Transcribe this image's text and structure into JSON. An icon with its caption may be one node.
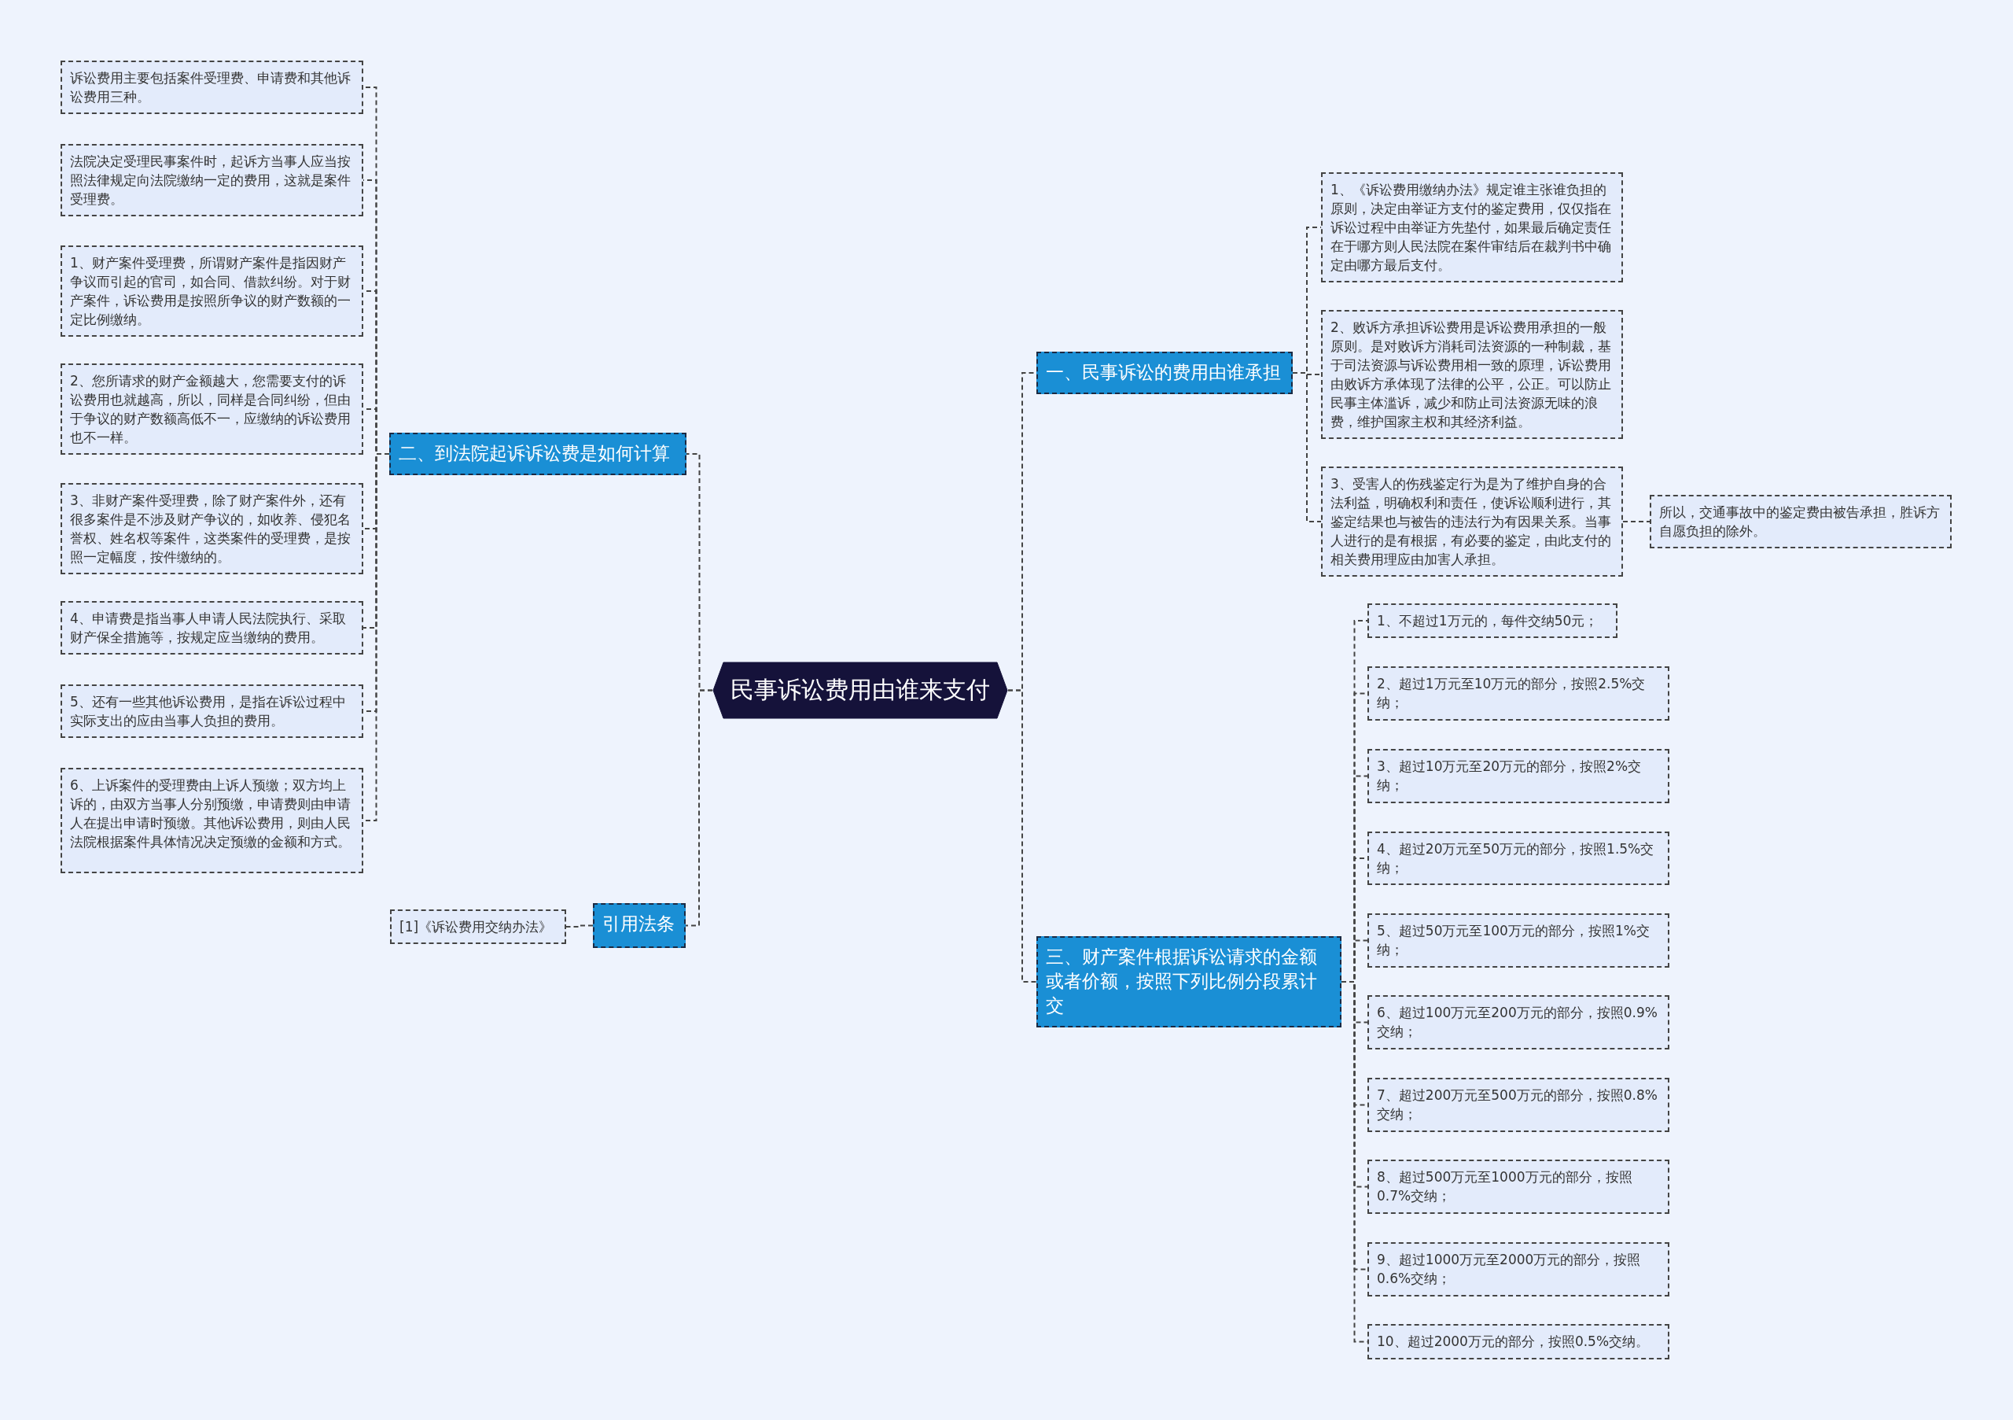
{
  "diagram": {
    "nodes": [
      {
        "text": [
          "民事诉讼费用由谁来支付"
        ]
      },
      {
        "text": [
          "一、民事诉讼的费用由谁承担"
        ]
      },
      {
        "text": [
          "1、《诉讼费用缴纳办法》规定谁主张谁负担的原则，决定由举证方支付的鉴定费用，仅仅指在诉讼过程中由举证方先垫付，如果最后确定责任在于哪方则人民法院在案件审结后在裁判书中确定由哪方最后支付。"
        ]
      },
      {
        "text": [
          "2、败诉方承担诉讼费用是诉讼费用承担的一般原则。是对败诉方消耗司法资源的一种制裁，基于司法资源与诉讼费用相一致的原理，诉讼费用由败诉方承体现了法律的公平，公正。可以防止民事主体滥诉，减少和防止司法资源无味的浪费，维护国家主权和其经济利益。"
        ]
      },
      {
        "text": [
          "3、受害人的伤残鉴定行为是为了维护自身的合法利益，明确权利和责任，使诉讼顺利进行，其鉴定结果也与被告的违法行为有因果关系。当事人进行的是有根据，有必要的鉴定，由此支付的相关费用理应由加害人承担。"
        ]
      },
      {
        "text": [
          "所以，交通事故中的鉴定费由被告承担，胜诉方自愿负担的除外。"
        ]
      },
      {
        "text": [
          "二、到法院起诉诉讼费是如何计算"
        ]
      },
      {
        "text": [
          "诉讼费用主要包括案件受理费、申请费和其他诉讼费用三种。"
        ]
      },
      {
        "text": [
          "法院决定受理民事案件时，起诉方当事人应当按照法律规定向法院缴纳一定的费用，这就是案件受理费。"
        ]
      },
      {
        "text": [
          "1、财产案件受理费，所谓财产案件是指因财产争议而引起的官司，如合同、借款纠纷。对于财产案件，诉讼费用是按照所争议的财产数额的一定比例缴纳。"
        ]
      },
      {
        "text": [
          "2、您所请求的财产金额越大，您需要支付的诉讼费用也就越高，所以，同样是合同纠纷，但由于争议的财产数额高低不一，应缴纳的诉讼费用也不一样。"
        ]
      },
      {
        "text": [
          "3、非财产案件受理费，除了财产案件外，还有很多案件是不涉及财产争议的，如收养、侵犯名誉权、姓名权等案件，这类案件的受理费，是按照一定幅度，按件缴纳的。"
        ]
      },
      {
        "text": [
          "4、申请费是指当事人申请人民法院执行、采取财产保全措施等，按规定应当缴纳的费用。"
        ]
      },
      {
        "text": [
          "5、还有一些其他诉讼费用，是指在诉讼过程中实际支出的应由当事人负担的费用。"
        ]
      },
      {
        "text": [
          "6、上诉案件的受理费由上诉人预缴；双方均上诉的，由双方当事人分别预缴，申请费则由申请人在提出申请时预缴。其他诉讼费用，则由人民法院根据案件具体情况决定预缴的金额和方式。"
        ]
      },
      {
        "text": [
          "引用法条"
        ]
      },
      {
        "text": [
          "[1]《诉讼费用交纳办法》"
        ]
      },
      {
        "text": [
          "三、财产案件根据诉讼请求的金额或者价额，按照下列比例分段累计交"
        ]
      },
      {
        "text": [
          "1、不超过1万元的，每件交纳50元；"
        ]
      },
      {
        "text": [
          "2、超过1万元至10万元的部分，按照2.5%交纳；"
        ]
      },
      {
        "text": [
          "3、超过10万元至20万元的部分，按照2%交纳；"
        ]
      },
      {
        "text": [
          "4、超过20万元至50万元的部分，按照1.5%交纳；"
        ]
      },
      {
        "text": [
          "5、超过50万元至100万元的部分，按照1%交纳；"
        ]
      },
      {
        "text": [
          "6、超过100万元至200万元的部分，按照0.9%交纳；"
        ]
      },
      {
        "text": [
          "7、超过200万元至500万元的部分，按照0.8%交纳；"
        ]
      },
      {
        "text": [
          "8、超过500万元至1000万元的部分，按照0.7%交纳；"
        ]
      },
      {
        "text": [
          "9、超过1000万元至2000万元的部分，按照0.6%交纳；"
        ]
      },
      {
        "text": [
          "10、超过2000万元的部分，按照0.5%交纳。"
        ]
      }
    ],
    "edges": [
      {
        "from": 0,
        "to": 1,
        "arrow": "none"
      },
      {
        "from": 1,
        "to": 2,
        "arrow": "none"
      },
      {
        "from": 1,
        "to": 3,
        "arrow": "none"
      },
      {
        "from": 1,
        "to": 4,
        "arrow": "none"
      },
      {
        "from": 4,
        "to": 5,
        "arrow": "none"
      },
      {
        "from": 0,
        "to": 6,
        "arrow": "none"
      },
      {
        "from": 6,
        "to": 7,
        "arrow": "none"
      },
      {
        "from": 6,
        "to": 8,
        "arrow": "none"
      },
      {
        "from": 6,
        "to": 9,
        "arrow": "none"
      },
      {
        "from": 6,
        "to": 10,
        "arrow": "none"
      },
      {
        "from": 6,
        "to": 11,
        "arrow": "none"
      },
      {
        "from": 6,
        "to": 12,
        "arrow": "none"
      },
      {
        "from": 6,
        "to": 13,
        "arrow": "none"
      },
      {
        "from": 6,
        "to": 14,
        "arrow": "none"
      },
      {
        "from": 0,
        "to": 15,
        "arrow": "none"
      },
      {
        "from": 15,
        "to": 16,
        "arrow": "none"
      },
      {
        "from": 0,
        "to": 17,
        "arrow": "none"
      },
      {
        "from": 17,
        "to": 18,
        "arrow": "none"
      },
      {
        "from": 17,
        "to": 19,
        "arrow": "none"
      },
      {
        "from": 17,
        "to": 20,
        "arrow": "none"
      },
      {
        "from": 17,
        "to": 21,
        "arrow": "none"
      },
      {
        "from": 17,
        "to": 22,
        "arrow": "none"
      },
      {
        "from": 17,
        "to": 23,
        "arrow": "none"
      },
      {
        "from": 17,
        "to": 24,
        "arrow": "none"
      },
      {
        "from": 17,
        "to": 25,
        "arrow": "none"
      },
      {
        "from": 17,
        "to": 26,
        "arrow": "none"
      },
      {
        "from": 17,
        "to": 27,
        "arrow": "none"
      }
    ]
  }
}
